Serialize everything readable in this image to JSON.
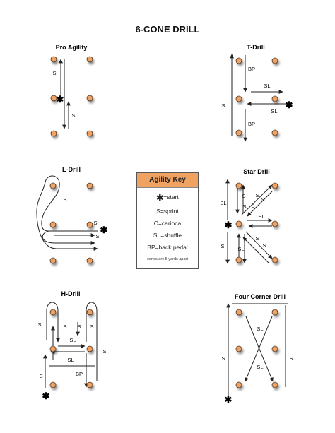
{
  "title": "6-CONE DRILL",
  "drills": {
    "pro_agility": {
      "title": "Pro Agility",
      "labels": [
        "S",
        "S"
      ]
    },
    "t_drill": {
      "title": "T-Drill",
      "labels": [
        "BP",
        "SL",
        "S",
        "SL",
        "BP"
      ]
    },
    "l_drill": {
      "title": "L-Drill",
      "labels": [
        "S",
        "S",
        "S"
      ]
    },
    "star_drill": {
      "title": "Star Drill",
      "labels": [
        "S",
        "S",
        "SL",
        "S",
        "S",
        "S",
        "SL",
        "S",
        "SL",
        "S",
        "S"
      ]
    },
    "h_drill": {
      "title": "H-Drill",
      "labels": [
        "S",
        "S",
        "SL",
        "S",
        "SL",
        "BP",
        "S",
        "S",
        "S"
      ]
    },
    "four_corner": {
      "title": "Four Corner Drill",
      "labels": [
        "SL",
        "S",
        "S",
        "SL"
      ]
    }
  },
  "key": {
    "title": "Agility Key",
    "start_glyph": "✱",
    "start": "=start",
    "sprint": "S=sprint",
    "carioca": "C=carioca",
    "shuffle": "SL=shuffle",
    "backpedal": "BP=back pedal",
    "note": "cones are 5 yards apart"
  },
  "colors": {
    "cone": "#f0a263",
    "cone_stroke": "#4a3322",
    "line": "#222222",
    "key_header": "#f0a263"
  },
  "icons": {
    "start_marker": "asterisk-icon",
    "cone": "cone-icon",
    "arrow": "arrowhead-icon"
  }
}
